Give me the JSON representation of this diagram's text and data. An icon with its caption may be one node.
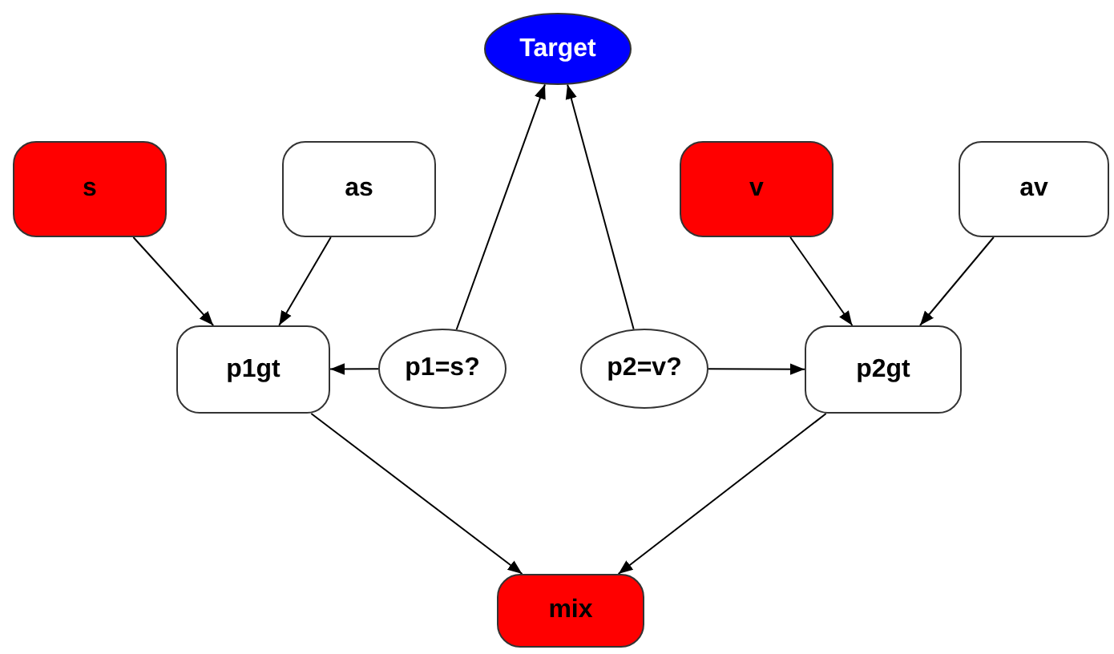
{
  "diagram": {
    "nodes": [
      {
        "text": [
          "Target"
        ]
      },
      {
        "text": [
          "s"
        ]
      },
      {
        "text": [
          "as"
        ]
      },
      {
        "text": [
          "v"
        ]
      },
      {
        "text": [
          "av"
        ]
      },
      {
        "text": [
          "p1gt"
        ]
      },
      {
        "text": [
          "p1=s?"
        ]
      },
      {
        "text": [
          "p2=v?"
        ]
      },
      {
        "text": [
          "p2gt"
        ]
      },
      {
        "text": [
          "mix"
        ]
      }
    ],
    "edges": [
      {
        "from": 1,
        "to": 5,
        "arrow": "to"
      },
      {
        "from": 2,
        "to": 5,
        "arrow": "to"
      },
      {
        "from": 6,
        "to": 5,
        "arrow": "to"
      },
      {
        "from": 6,
        "to": 0,
        "arrow": "to"
      },
      {
        "from": 7,
        "to": 0,
        "arrow": "to"
      },
      {
        "from": 7,
        "to": 8,
        "arrow": "to"
      },
      {
        "from": 3,
        "to": 8,
        "arrow": "to"
      },
      {
        "from": 4,
        "to": 8,
        "arrow": "to"
      },
      {
        "from": 5,
        "to": 9,
        "arrow": "to"
      },
      {
        "from": 8,
        "to": 9,
        "arrow": "to"
      }
    ]
  }
}
